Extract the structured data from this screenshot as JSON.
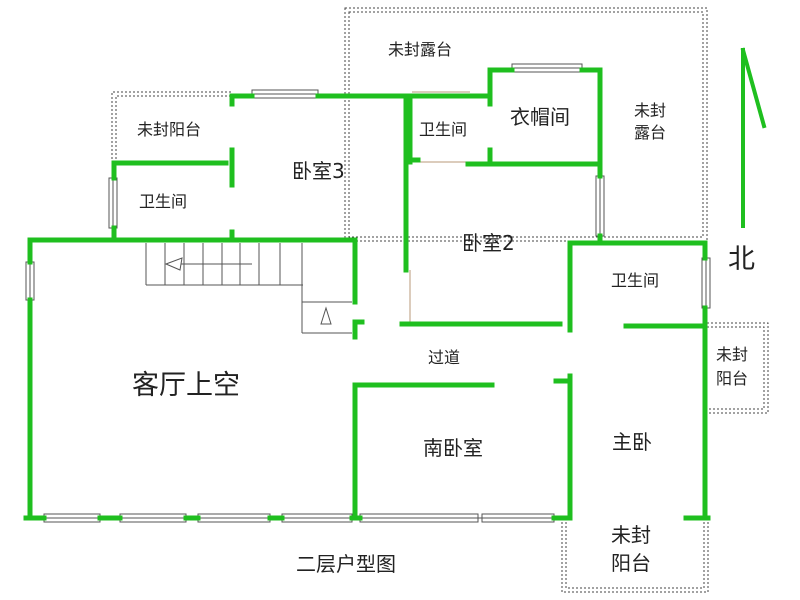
{
  "colors": {
    "wall": "#1fbf1f",
    "window_frame": "#555555",
    "dotted": "#444444",
    "text": "#222222"
  },
  "compass": {
    "label": "北",
    "icon": "north-arrow-icon"
  },
  "caption": "二层户型图",
  "rooms": {
    "terrace_top": "未封露台",
    "terrace_right_1": "未封",
    "terrace_right_2": "露台",
    "balcony_left": "未封阳台",
    "bathroom_left": "卫生间",
    "bedroom3": "卧室3",
    "bathroom_center": "卫生间",
    "cloakroom": "衣帽间",
    "bedroom2": "卧室2",
    "bathroom_right": "卫生间",
    "living_void": "客厅上空",
    "corridor": "过道",
    "south_bedroom": "南卧室",
    "master_bedroom": "主卧",
    "balcony_east_1": "未封",
    "balcony_east_2": "阳台",
    "balcony_bottom_1": "未封",
    "balcony_bottom_2": "阳台"
  }
}
